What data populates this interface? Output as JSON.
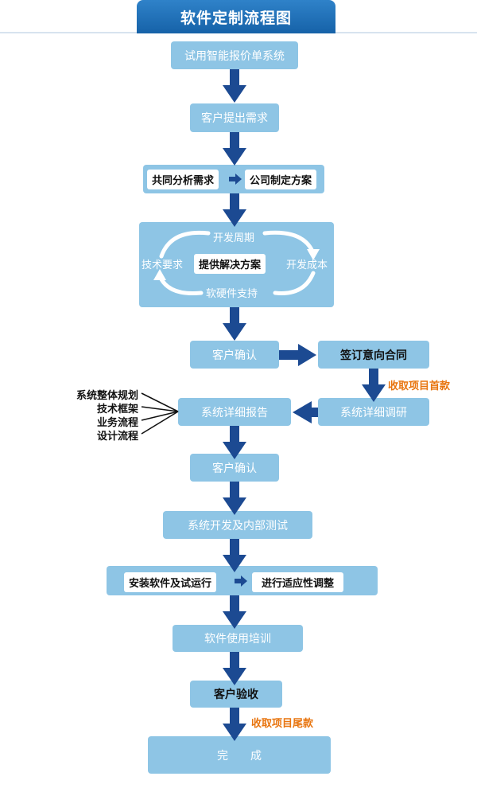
{
  "title": "软件定制流程图",
  "steps": {
    "s1": "试用智能报价单系统",
    "s2": "客户提出需求",
    "s3a": "共同分析需求",
    "s3b": "公司制定方案",
    "cycle_top": "开发周期",
    "cycle_left": "技术要求",
    "cycle_center": "提供解决方案",
    "cycle_right": "开发成本",
    "cycle_bottom": "软硬件支持",
    "confirm1": "客户确认",
    "intent": "签订意向合同",
    "payment_first": "收取项目首款",
    "research": "系统详细调研",
    "report": "系统详细报告",
    "report_items": [
      "系统整体规划",
      "技术框架",
      "业务流程",
      "设计流程"
    ],
    "confirm2": "客户确认",
    "dev": "系统开发及内部测试",
    "install": "安装软件及试运行",
    "adjust": "进行适应性调整",
    "training": "软件使用培训",
    "acceptance": "客户验收",
    "payment_final": "收取项目尾款",
    "done": "完　　成"
  },
  "colors": {
    "box": "#8ec5e5",
    "arrow": "#1c4a92",
    "title_bg": "#1f6fb6",
    "accent_text": "#e8750f"
  }
}
